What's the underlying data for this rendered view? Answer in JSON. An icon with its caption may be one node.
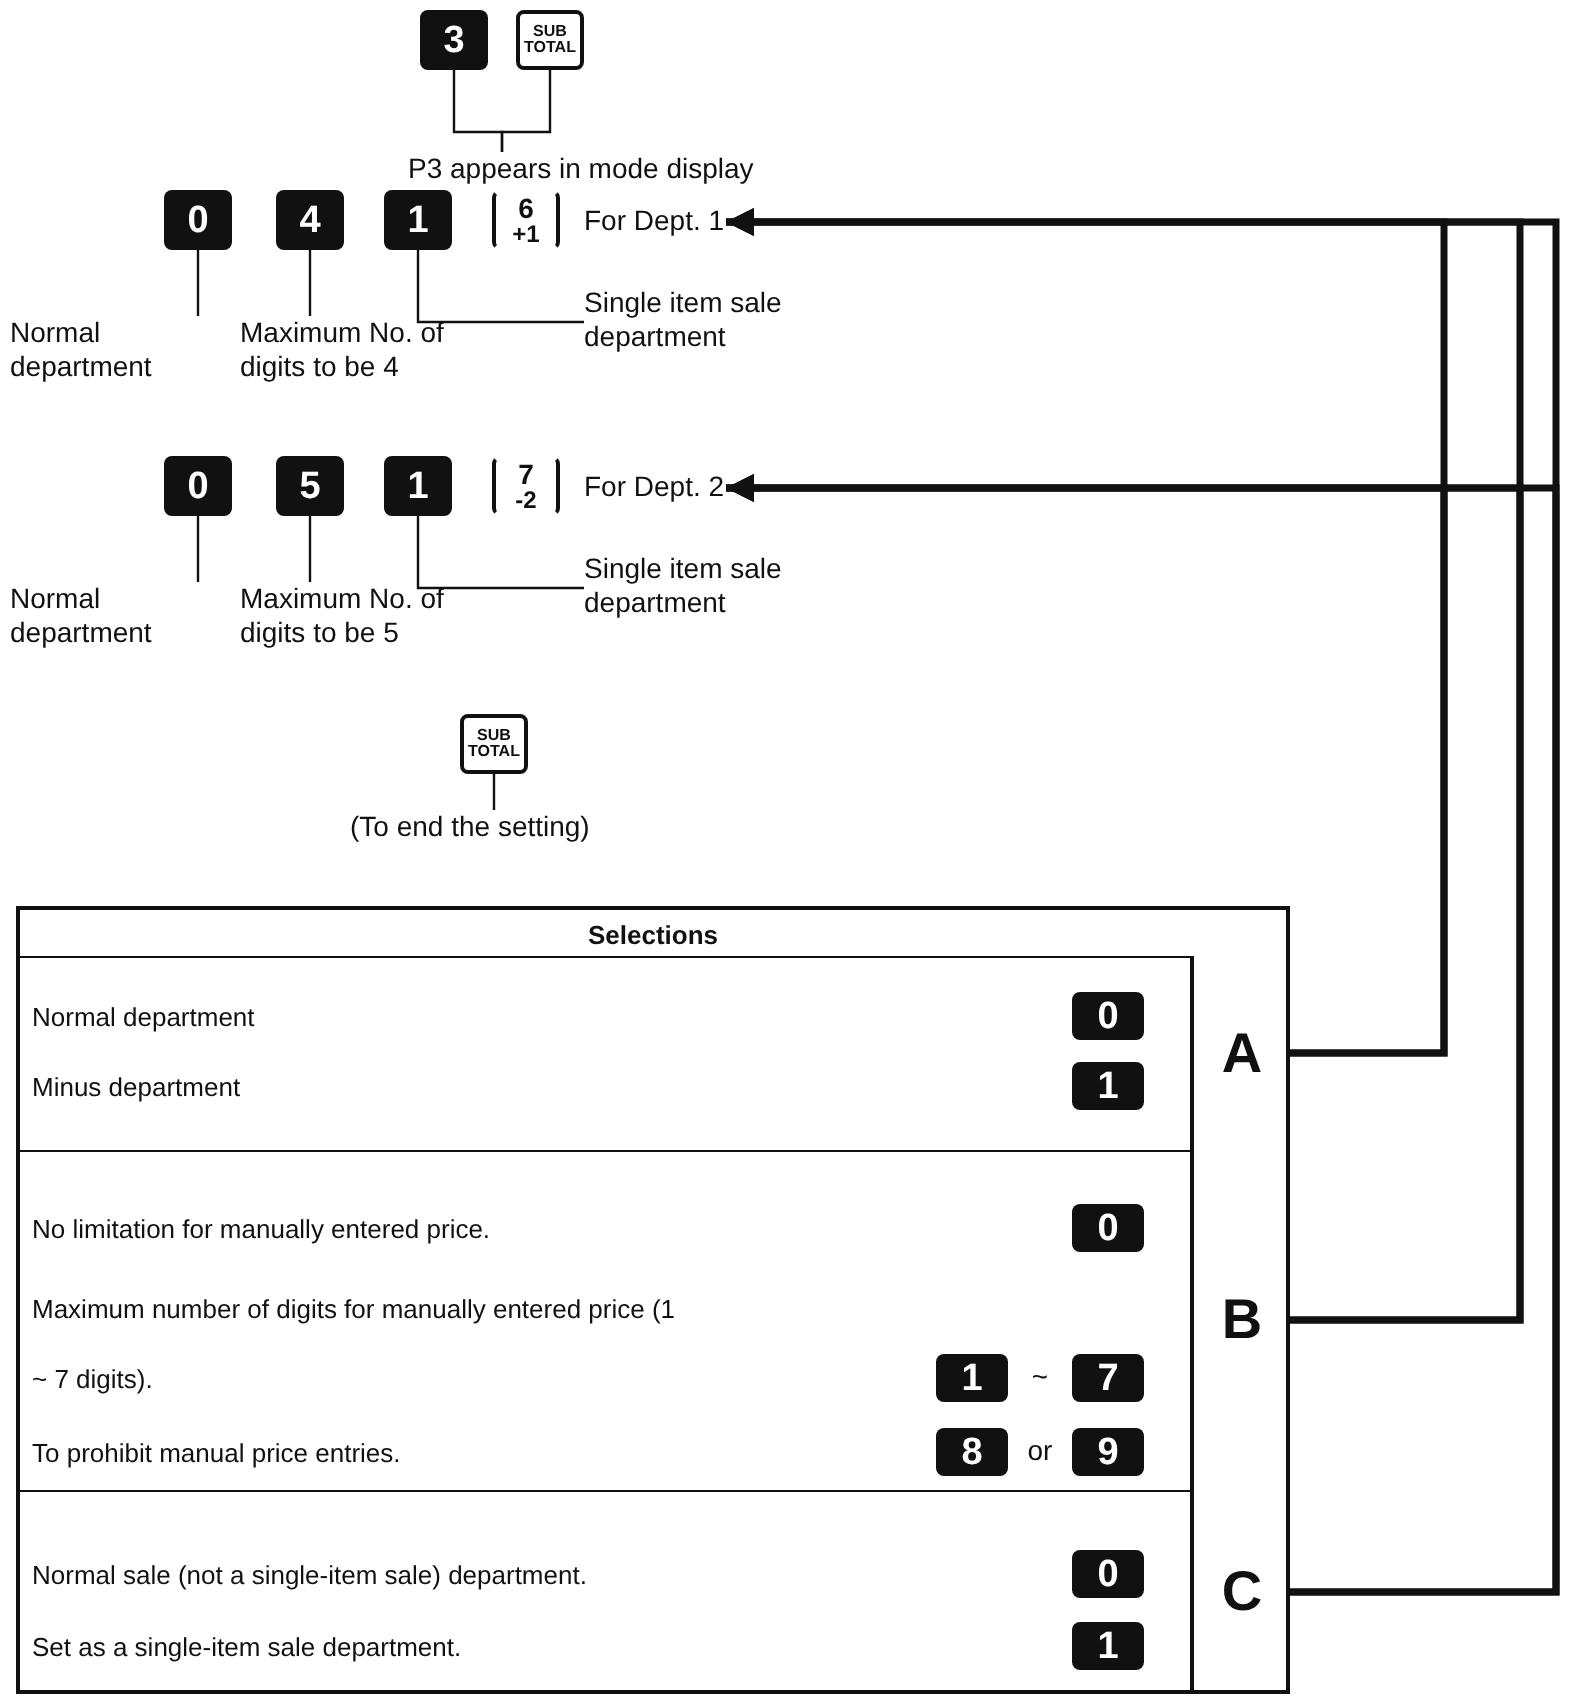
{
  "diagram": {
    "nodes": [
      {
        "text": [
          "3"
        ]
      },
      {
        "text": [
          "SUB TOTAL"
        ]
      },
      {
        "text": [
          "P3 appears in mode display"
        ]
      },
      {
        "text": [
          "0"
        ]
      },
      {
        "text": [
          "4"
        ]
      },
      {
        "text": [
          "1"
        ]
      },
      {
        "text": [
          "6",
          "+1"
        ]
      },
      {
        "text": [
          "For Dept. 1"
        ]
      },
      {
        "text": [
          "Normal department"
        ]
      },
      {
        "text": [
          "Maximum No. of digits to be 4"
        ]
      },
      {
        "text": [
          "Single item sale department"
        ]
      },
      {
        "text": [
          "0"
        ]
      },
      {
        "text": [
          "5"
        ]
      },
      {
        "text": [
          "1"
        ]
      },
      {
        "text": [
          "7",
          "-2"
        ]
      },
      {
        "text": [
          "For Dept. 2"
        ]
      },
      {
        "text": [
          "Normal department"
        ]
      },
      {
        "text": [
          "Maximum No. of digits to be 5"
        ]
      },
      {
        "text": [
          "Single item sale department"
        ]
      },
      {
        "text": [
          "SUB TOTAL"
        ]
      },
      {
        "text": [
          "(To end the setting)"
        ]
      },
      {
        "text": [
          "Selections"
        ]
      },
      {
        "text": [
          "Normal department",
          "Minus department"
        ],
        "in": 21
      },
      {
        "text": [
          "0"
        ],
        "in": 22
      },
      {
        "text": [
          "1"
        ],
        "in": 22
      },
      {
        "text": [
          "A"
        ],
        "in": 21
      },
      {
        "text": [
          "No limitation for manually entered price.",
          "Maximum number of digits for manually entered price (1 ~ 7 digits).",
          "To prohibit manual price entries."
        ],
        "in": 21
      },
      {
        "text": [
          "0"
        ],
        "in": 26
      },
      {
        "text": [
          "1"
        ],
        "in": 26
      },
      {
        "text": [
          "7"
        ],
        "in": 26
      },
      {
        "text": [
          "8"
        ],
        "in": 26
      },
      {
        "text": [
          "9"
        ],
        "in": 26
      },
      {
        "text": [
          "B"
        ],
        "in": 21
      },
      {
        "text": [
          "Normal sale (not a single-item sale) department.",
          "Set as a single-item sale department."
        ],
        "in": 21
      },
      {
        "text": [
          "0"
        ],
        "in": 33
      },
      {
        "text": [
          "1"
        ],
        "in": 33
      },
      {
        "text": [
          "C"
        ],
        "in": 21
      }
    ],
    "edges": [
      {
        "from": 0,
        "to": 2,
        "arrow": "none"
      },
      {
        "from": 1,
        "to": 2,
        "arrow": "none"
      },
      {
        "from": 3,
        "to": 8,
        "arrow": "none"
      },
      {
        "from": 4,
        "to": 9,
        "arrow": "none"
      },
      {
        "from": 5,
        "to": 10,
        "arrow": "none"
      },
      {
        "from": 11,
        "to": 16,
        "arrow": "none"
      },
      {
        "from": 12,
        "to": 17,
        "arrow": "none"
      },
      {
        "from": 13,
        "to": 18,
        "arrow": "none"
      },
      {
        "from": 19,
        "to": 20,
        "arrow": "none"
      },
      {
        "from": 25,
        "to": 7,
        "arrow": "to",
        "style": "thick"
      },
      {
        "from": 25,
        "to": 15,
        "arrow": "to",
        "style": "thick"
      },
      {
        "from": 32,
        "to": 7,
        "arrow": "to",
        "style": "thick"
      },
      {
        "from": 32,
        "to": 15,
        "arrow": "to",
        "style": "thick"
      },
      {
        "from": 36,
        "to": 7,
        "arrow": "to",
        "style": "thick"
      },
      {
        "from": 36,
        "to": 15,
        "arrow": "to",
        "style": "thick"
      }
    ],
    "labels": [
      "~",
      "or"
    ]
  }
}
